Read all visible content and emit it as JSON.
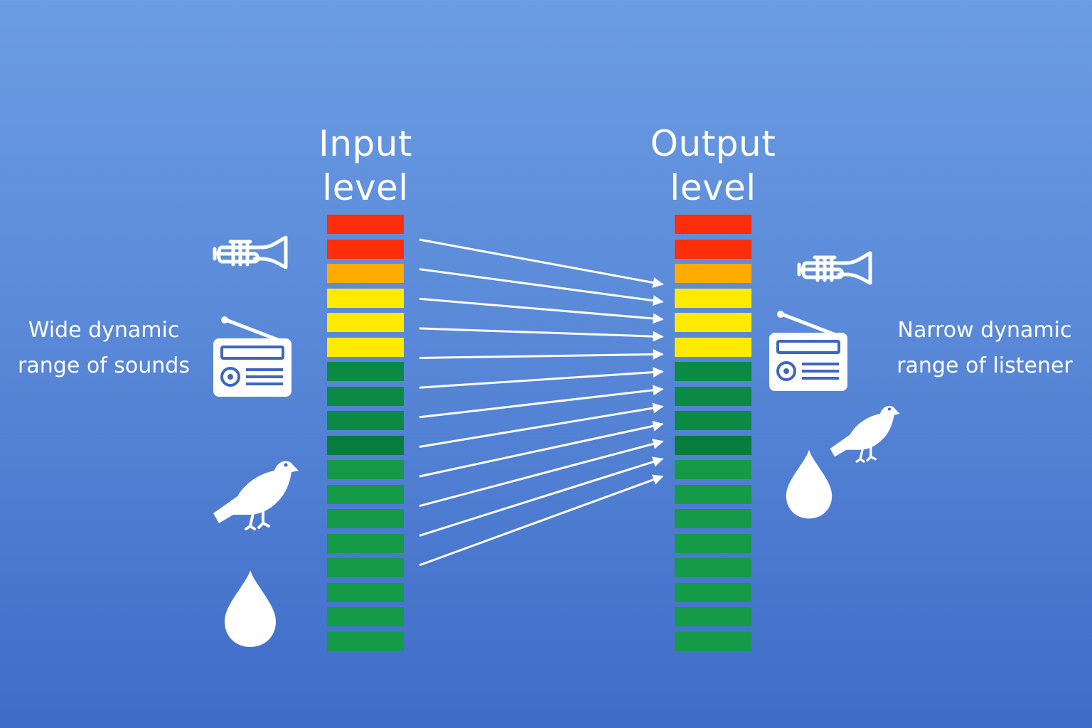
{
  "diagram": {
    "input": {
      "title_line1": "Input",
      "title_line2": "level"
    },
    "output": {
      "title_line1": "Output",
      "title_line2": "level"
    },
    "left_label": {
      "line1": "Wide dynamic",
      "line2": "range of sounds"
    },
    "right_label": {
      "line1": "Narrow dynamic",
      "line2": "range of listener"
    },
    "meter_segments": [
      "#ff2d0a",
      "#ff2d0a",
      "#ffab00",
      "#ffea00",
      "#ffea00",
      "#ffea00",
      "#0a8a45",
      "#0a8a45",
      "#0a8a45",
      "#077d3d",
      "#159a48",
      "#159a48",
      "#159a48",
      "#159a48",
      "#159a48",
      "#159a48",
      "#159a48",
      "#159a48"
    ],
    "arrow_count": 12,
    "icons": [
      "trumpet-icon",
      "radio-icon",
      "bird-icon",
      "water-drop-icon"
    ],
    "colors": {
      "icon": "#ffffff",
      "text": "#ffffff",
      "arrow": "#ffffff"
    }
  }
}
